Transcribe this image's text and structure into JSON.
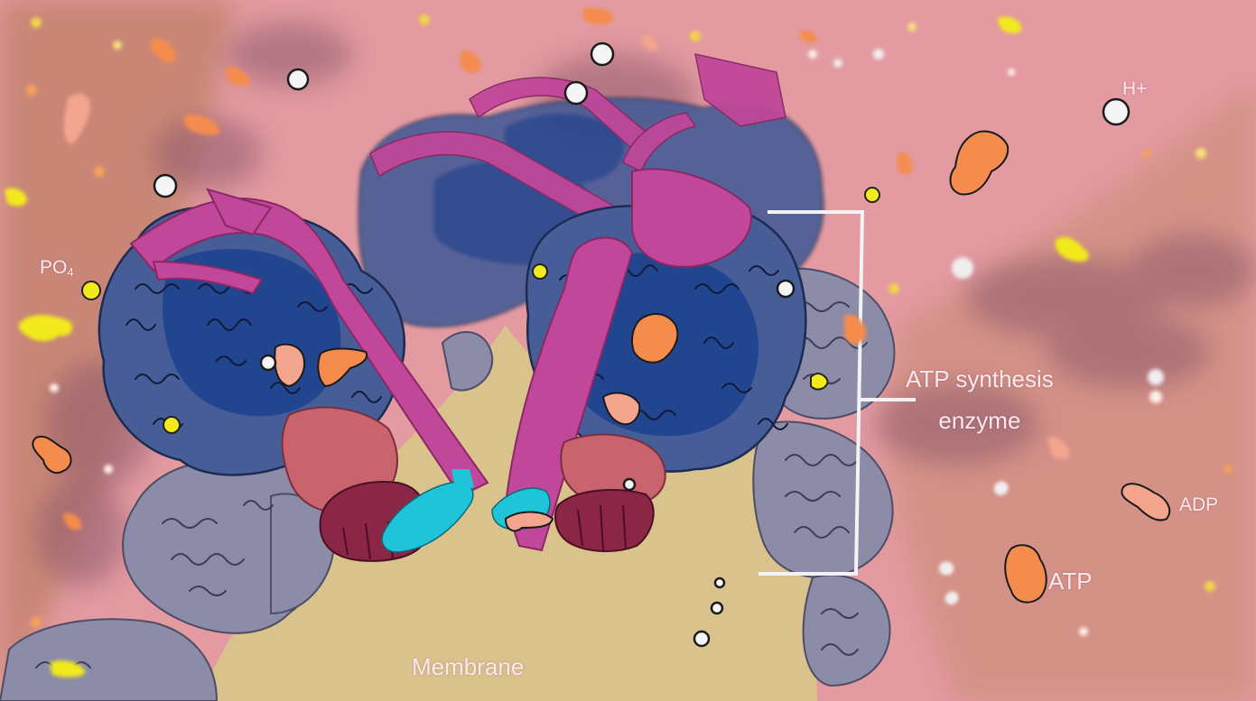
{
  "labels": {
    "h_plus": "H+",
    "po4_main": "PO",
    "po4_sub": "4",
    "atp_synthesis": "ATP synthesis",
    "enzyme": "enzyme",
    "adp": "ADP",
    "atp": "ATP",
    "membrane": "Membrane"
  },
  "colors": {
    "cytoplasm_pink": "#e39aa0",
    "matrix_tan": "#c9887a",
    "membrane": "#d8c28d",
    "protein_dark_blue": "#22458f",
    "protein_slate": "#475d97",
    "protein_grey": "#8c8ba8",
    "stalk_magenta": "#c04799",
    "rotor_dark_red": "#8c2647",
    "salmon": "#c9636d",
    "cyan": "#1fc4d9",
    "atp_orange": "#f58c4e",
    "adp_peach": "#f4a58e",
    "phosphate_yellow": "#f2ea1b",
    "proton_white": "#f5f5f5"
  },
  "icons": [
    "proton-icon",
    "phosphate-icon",
    "adp-molecule-icon",
    "atp-molecule-icon"
  ]
}
